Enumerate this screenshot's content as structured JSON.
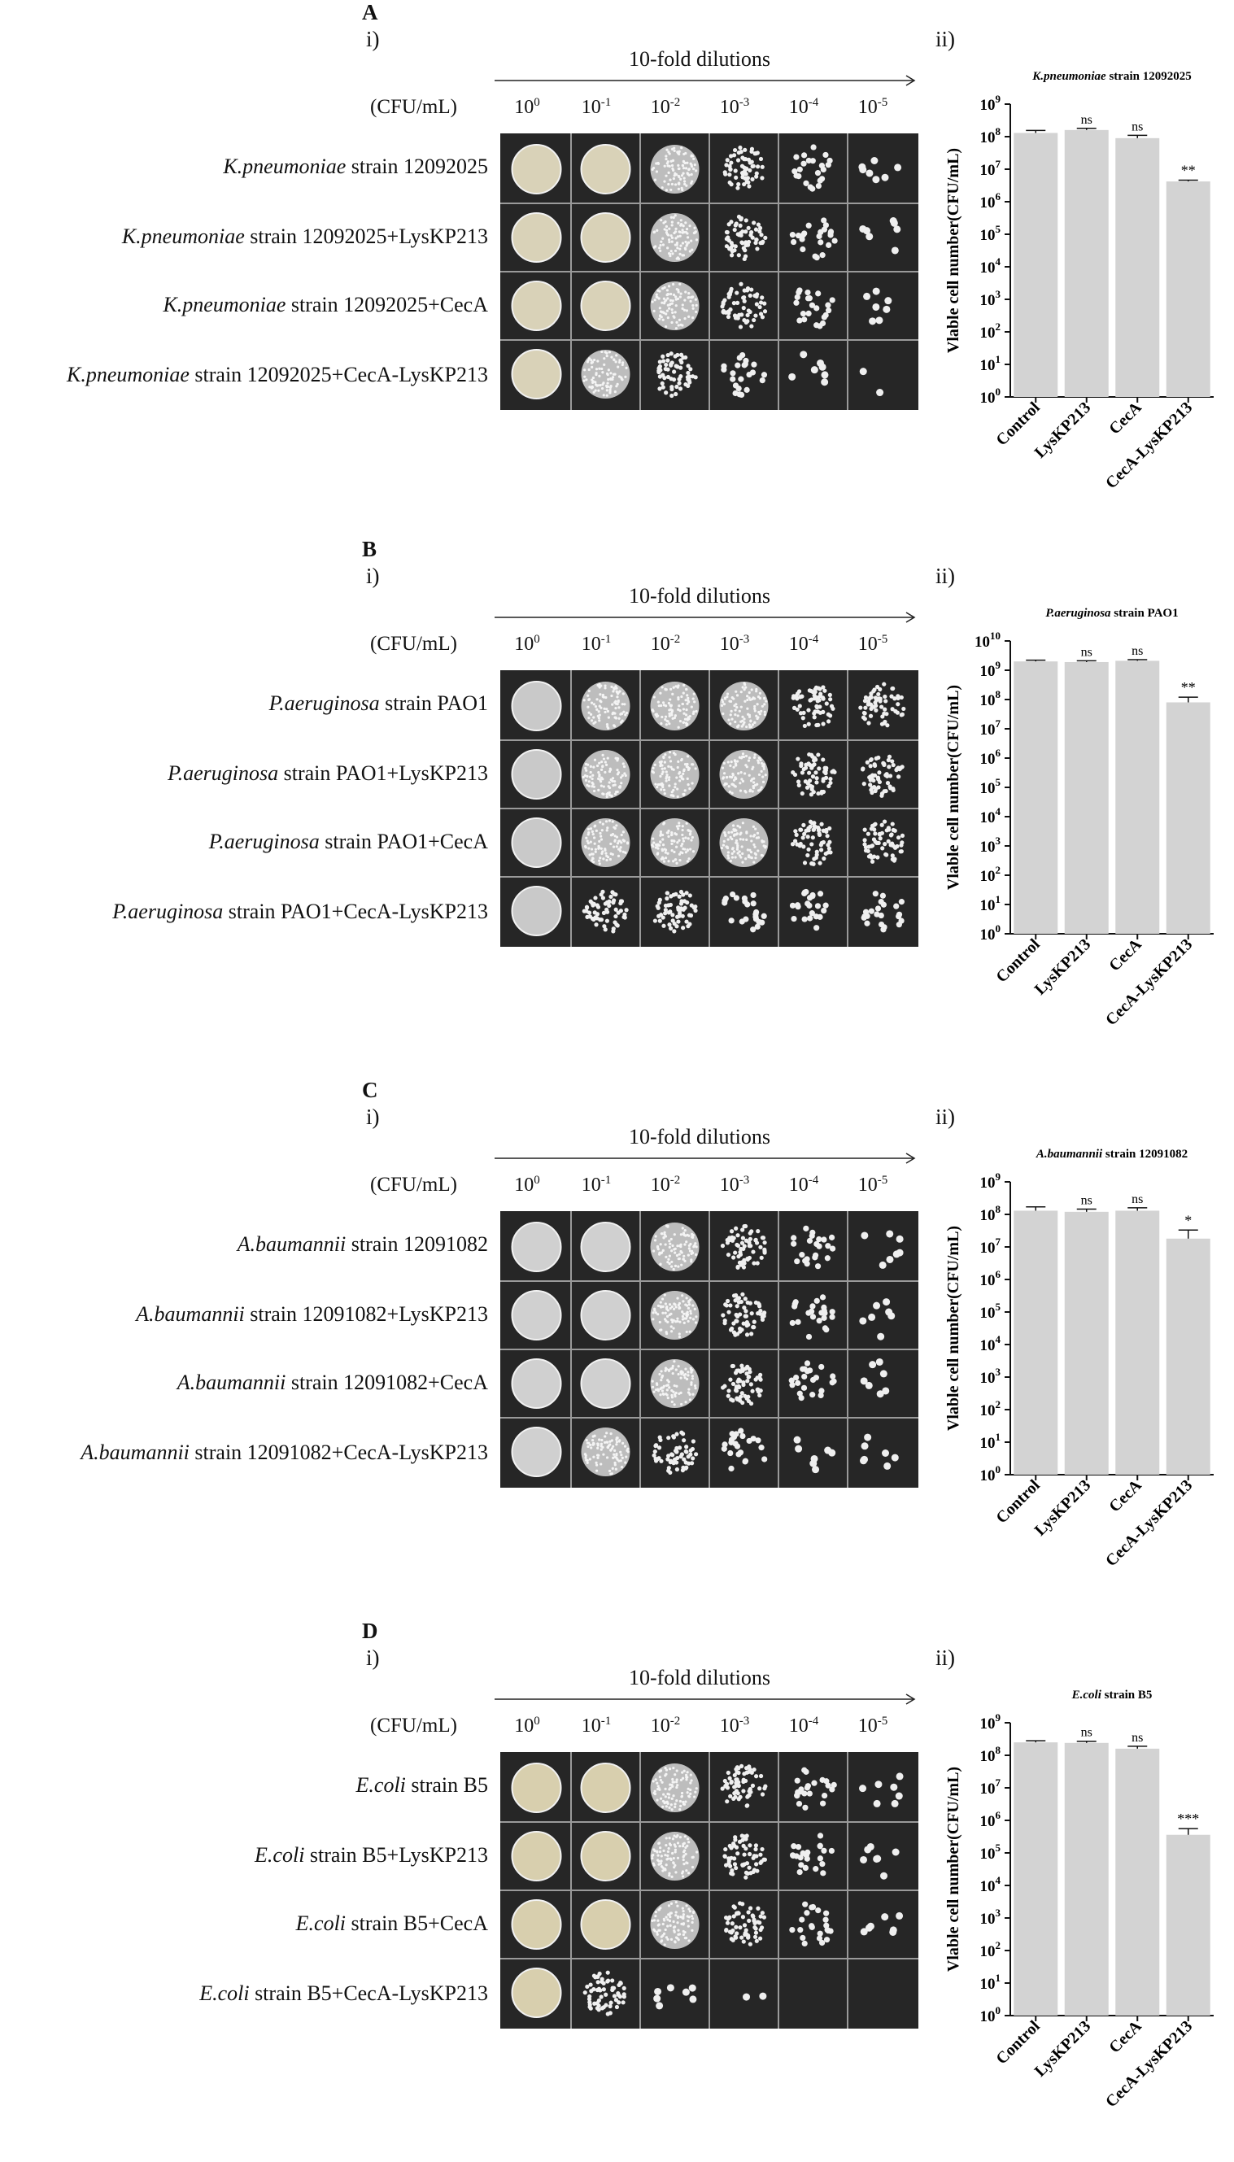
{
  "colors": {
    "bar": "#d3d3d3",
    "plate_bg": "#262626",
    "plate_line": "#9a9a9a"
  },
  "dilution_header": "10-fold dilutions",
  "cfu_label": "(CFU/mL)",
  "dilutions": [
    {
      "base": "10",
      "exp": "0"
    },
    {
      "base": "10",
      "exp": "-1"
    },
    {
      "base": "10",
      "exp": "-2"
    },
    {
      "base": "10",
      "exp": "-3"
    },
    {
      "base": "10",
      "exp": "-4"
    },
    {
      "base": "10",
      "exp": "-5"
    }
  ],
  "panels": [
    {
      "letter": "A",
      "sub_i": "i)",
      "sub_ii": "ii)",
      "rows": [
        {
          "species": "K.pneumoniae",
          "rest": " strain 12092025"
        },
        {
          "species": "K.pneumoniae",
          "rest": " strain 12092025+LysKP213"
        },
        {
          "species": "K.pneumoniae",
          "rest": " strain 12092025+CecA"
        },
        {
          "species": "K.pneumoniae",
          "rest": " strain 12092025+CecA-LysKP213"
        }
      ],
      "plate_tint": "#d9d2b8",
      "growth": [
        [
          1,
          1,
          2,
          3,
          4,
          5
        ],
        [
          1,
          1,
          2,
          3,
          4,
          5
        ],
        [
          1,
          1,
          2,
          3,
          4,
          5
        ],
        [
          1,
          2,
          3,
          4,
          5,
          6
        ]
      ]
    },
    {
      "letter": "B",
      "sub_i": "i)",
      "sub_ii": "ii)",
      "rows": [
        {
          "species": "P.aeruginosa",
          "rest": " strain PAO1"
        },
        {
          "species": "P.aeruginosa",
          "rest": " strain PAO1+LysKP213"
        },
        {
          "species": "P.aeruginosa",
          "rest": " strain PAO1+CecA"
        },
        {
          "species": "P.aeruginosa",
          "rest": " strain PAO1+CecA-LysKP213"
        }
      ],
      "plate_tint": "#c9c9c9",
      "growth": [
        [
          1,
          2,
          2,
          2,
          3,
          3
        ],
        [
          1,
          2,
          2,
          2,
          3,
          3
        ],
        [
          1,
          2,
          2,
          2,
          3,
          3
        ],
        [
          1,
          3,
          3,
          4,
          4,
          4
        ]
      ]
    },
    {
      "letter": "C",
      "sub_i": "i)",
      "sub_ii": "ii)",
      "rows": [
        {
          "species": "A.baumannii",
          "rest": " strain 12091082"
        },
        {
          "species": "A.baumannii",
          "rest": " strain 12091082+LysKP213"
        },
        {
          "species": "A.baumannii",
          "rest": " strain 12091082+CecA"
        },
        {
          "species": "A.baumannii",
          "rest": " strain 12091082+CecA-LysKP213"
        }
      ],
      "plate_tint": "#d0d0d0",
      "growth": [
        [
          1,
          1,
          2,
          3,
          4,
          5
        ],
        [
          1,
          1,
          2,
          3,
          4,
          5
        ],
        [
          1,
          1,
          2,
          3,
          4,
          5
        ],
        [
          1,
          2,
          3,
          4,
          5,
          5
        ]
      ]
    },
    {
      "letter": "D",
      "sub_i": "i)",
      "sub_ii": "ii)",
      "rows": [
        {
          "species": "E.coli",
          "rest": " strain B5"
        },
        {
          "species": "E.coli",
          "rest": " strain B5+LysKP213"
        },
        {
          "species": "E.coli",
          "rest": " strain B5+CecA"
        },
        {
          "species": "E.coli",
          "rest": " strain B5+CecA-LysKP213"
        }
      ],
      "plate_tint": "#d8cfae",
      "growth": [
        [
          1,
          1,
          2,
          3,
          4,
          5
        ],
        [
          1,
          1,
          2,
          3,
          4,
          5
        ],
        [
          1,
          1,
          2,
          3,
          4,
          5
        ],
        [
          1,
          3,
          5,
          6,
          0,
          0
        ]
      ]
    }
  ],
  "chart_data": [
    {
      "type": "bar",
      "title_italic": "K.pneumoniae",
      "title_rest": " strain 12092025",
      "ylabel": "Vlable cell number(CFU/mL)",
      "yscale": "log",
      "ylim_exp": [
        0,
        9
      ],
      "yticks": [
        {
          "b": "10",
          "e": "0"
        },
        {
          "b": "10",
          "e": "1"
        },
        {
          "b": "10",
          "e": "2"
        },
        {
          "b": "10",
          "e": "3"
        },
        {
          "b": "10",
          "e": "4"
        },
        {
          "b": "10",
          "e": "5"
        },
        {
          "b": "10",
          "e": "6"
        },
        {
          "b": "10",
          "e": "7"
        },
        {
          "b": "10",
          "e": "8"
        },
        {
          "b": "10",
          "e": "9"
        }
      ],
      "categories": [
        "Control",
        "LysKP213",
        "CecA",
        "CecA-LysKP213"
      ],
      "values": [
        130000000,
        160000000,
        90000000,
        4200000
      ],
      "errors": [
        25000000,
        20000000,
        20000000,
        400000
      ],
      "significance": [
        "",
        "ns",
        "ns",
        "**"
      ]
    },
    {
      "type": "bar",
      "title_italic": "P.aeruginosa",
      "title_rest": " strain PAO1",
      "ylabel": "Vlable cell number(CFU/mL)",
      "yscale": "log",
      "ylim_exp": [
        0,
        10
      ],
      "yticks": [
        {
          "b": "10",
          "e": "0"
        },
        {
          "b": "10",
          "e": "1"
        },
        {
          "b": "10",
          "e": "2"
        },
        {
          "b": "10",
          "e": "3"
        },
        {
          "b": "10",
          "e": "4"
        },
        {
          "b": "10",
          "e": "5"
        },
        {
          "b": "10",
          "e": "6"
        },
        {
          "b": "10",
          "e": "7"
        },
        {
          "b": "10",
          "e": "8"
        },
        {
          "b": "10",
          "e": "9"
        },
        {
          "b": "10",
          "e": "10"
        }
      ],
      "categories": [
        "Control",
        "LysKP213",
        "CecA",
        "CecA-LysKP213"
      ],
      "values": [
        2000000000,
        1900000000,
        2100000000,
        80000000
      ],
      "errors": [
        200000000,
        200000000,
        200000000,
        40000000
      ],
      "significance": [
        "",
        "ns",
        "ns",
        "**"
      ]
    },
    {
      "type": "bar",
      "title_italic": "A.baumannii",
      "title_rest": " strain 12091082",
      "ylabel": "Vlable cell number(CFU/mL)",
      "yscale": "log",
      "ylim_exp": [
        0,
        9
      ],
      "yticks": [
        {
          "b": "10",
          "e": "0"
        },
        {
          "b": "10",
          "e": "1"
        },
        {
          "b": "10",
          "e": "2"
        },
        {
          "b": "10",
          "e": "3"
        },
        {
          "b": "10",
          "e": "4"
        },
        {
          "b": "10",
          "e": "5"
        },
        {
          "b": "10",
          "e": "6"
        },
        {
          "b": "10",
          "e": "7"
        },
        {
          "b": "10",
          "e": "8"
        },
        {
          "b": "10",
          "e": "9"
        }
      ],
      "categories": [
        "Control",
        "LysKP213",
        "CecA",
        "CecA-LysKP213"
      ],
      "values": [
        130000000,
        120000000,
        130000000,
        18000000
      ],
      "errors": [
        40000000,
        25000000,
        30000000,
        15000000
      ],
      "significance": [
        "",
        "ns",
        "ns",
        "*"
      ]
    },
    {
      "type": "bar",
      "title_italic": "E.coli",
      "title_rest": " strain B5",
      "ylabel": "Vlable cell number(CFU/mL)",
      "yscale": "log",
      "ylim_exp": [
        0,
        9
      ],
      "yticks": [
        {
          "b": "10",
          "e": "0"
        },
        {
          "b": "10",
          "e": "1"
        },
        {
          "b": "10",
          "e": "2"
        },
        {
          "b": "10",
          "e": "3"
        },
        {
          "b": "10",
          "e": "4"
        },
        {
          "b": "10",
          "e": "5"
        },
        {
          "b": "10",
          "e": "6"
        },
        {
          "b": "10",
          "e": "7"
        },
        {
          "b": "10",
          "e": "8"
        },
        {
          "b": "10",
          "e": "9"
        }
      ],
      "categories": [
        "Control",
        "LysKP213",
        "CecA",
        "CecA-LysKP213"
      ],
      "values": [
        250000000,
        240000000,
        160000000,
        360000
      ],
      "errors": [
        30000000,
        30000000,
        30000000,
        200000
      ],
      "significance": [
        "",
        "ns",
        "ns",
        "***"
      ]
    }
  ]
}
